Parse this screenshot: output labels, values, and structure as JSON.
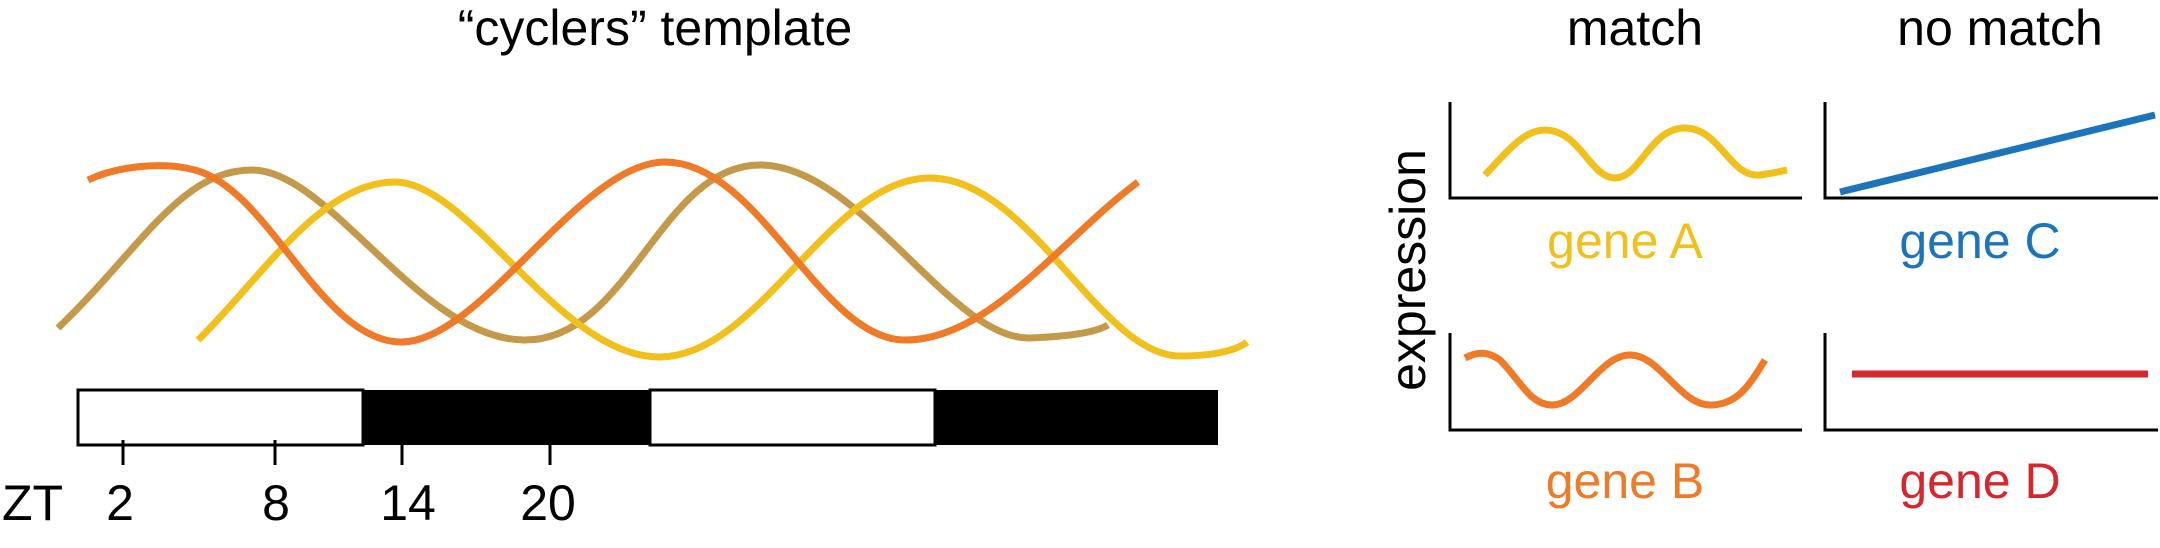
{
  "template": {
    "title": "“cyclers” template",
    "zt_label": "ZT",
    "ticks": [
      "2",
      "8",
      "14",
      "20"
    ],
    "phase_bar": [
      "light",
      "dark",
      "light",
      "dark"
    ],
    "curve_colors": {
      "gold": "#C49A4A",
      "orange": "#EF7A27",
      "yellow": "#F2C01C"
    }
  },
  "panels": {
    "match_header": "match",
    "no_match_header": "no match",
    "y_label": "expression",
    "genes": [
      {
        "name": "gene A",
        "color": "#F2C01C",
        "pattern": "oscillating"
      },
      {
        "name": "gene B",
        "color": "#EF7A27",
        "pattern": "oscillating"
      },
      {
        "name": "gene C",
        "color": "#1C75BC",
        "pattern": "linear increase"
      },
      {
        "name": "gene D",
        "color": "#D7262E",
        "pattern": "flat"
      }
    ]
  },
  "colors": {
    "ink": "#000000",
    "light": "#ffffff",
    "dark": "#000000"
  }
}
